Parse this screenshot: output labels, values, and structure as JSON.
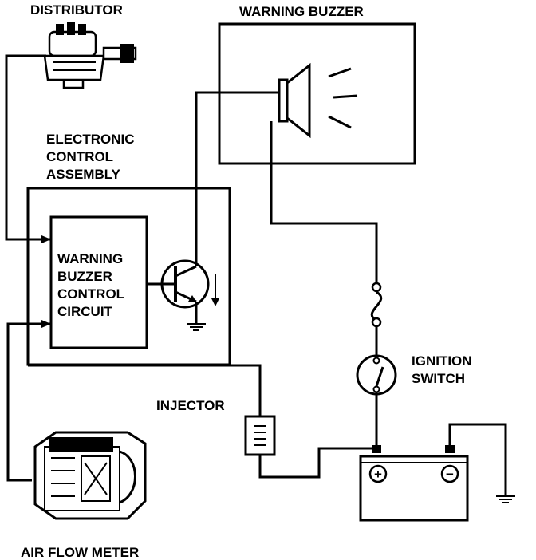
{
  "labels": {
    "distributor": "DISTRIBUTOR",
    "warning_buzzer": "WARNING BUZZER",
    "ecu_line1": "ELECTRONIC",
    "ecu_line2": "CONTROL",
    "ecu_line3": "ASSEMBLY",
    "circuit_line1": "WARNING",
    "circuit_line2": "BUZZER",
    "circuit_line3": "CONTROL",
    "circuit_line4": "CIRCUIT",
    "ignition_line1": "IGNITION",
    "ignition_line2": "SWITCH",
    "injector": "INJECTOR",
    "air_flow_meter": "AIR FLOW METER",
    "battery_positive": "+",
    "battery_negative": "−"
  },
  "icons": {
    "distributor": "distributor-icon",
    "buzzer": "speaker-icon",
    "transistor": "transistor-icon",
    "fuse": "fuse-icon",
    "switch": "switch-icon",
    "battery": "battery-icon",
    "ground": "ground-icon",
    "injector": "injector-icon",
    "airflow": "air-flow-meter-icon"
  }
}
